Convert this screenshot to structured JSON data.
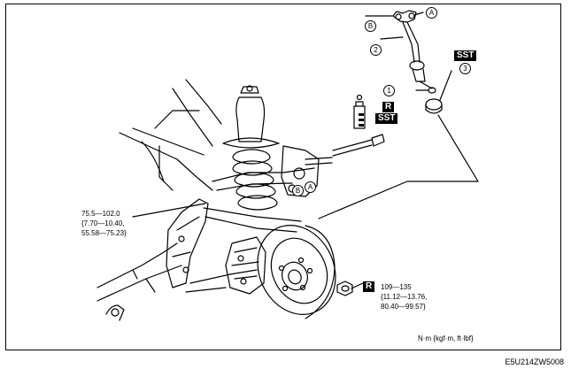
{
  "callouts": {
    "c1": "1",
    "c2": "2",
    "c3": "3",
    "a_top": "A",
    "b_top": "B",
    "a_knuckle": "A",
    "b_knuckle": "B"
  },
  "tags": {
    "sst_top": "SST",
    "r_mid": "R",
    "sst_mid": "SST",
    "r_bottom": "R"
  },
  "torque_left": [
    "75.5—102.0",
    "{7.70—10.40,",
    "55.58—75.23}"
  ],
  "torque_bottom": [
    "109—135",
    "{11.12—13.76,",
    "80.40—99.57}"
  ],
  "units": "N·m {kgf·m, ft·lbf}",
  "figure_code": "E5U214ZW5008"
}
